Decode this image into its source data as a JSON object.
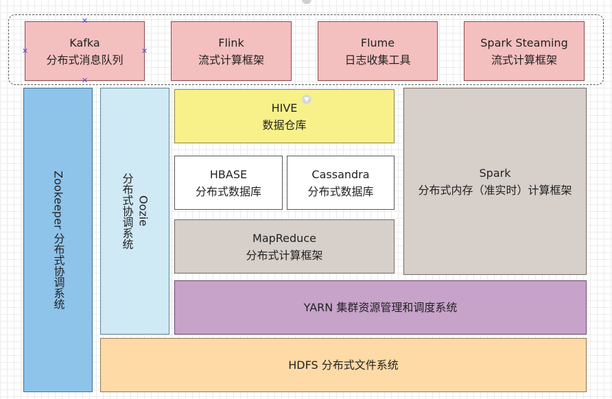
{
  "top_group": [
    {
      "title": "Kafka",
      "subtitle": "分布式消息队列"
    },
    {
      "title": "Flink",
      "subtitle": "流式计算框架"
    },
    {
      "title": "Flume",
      "subtitle": "日志收集工具"
    },
    {
      "title": "Spark Steaming",
      "subtitle": "流式计算框架"
    }
  ],
  "zookeeper": {
    "label": "Zookeeper 分布式协调系统"
  },
  "oozie": {
    "title": "Oozie",
    "subtitle": "分布式协调系统"
  },
  "hive": {
    "title": "HIVE",
    "subtitle": "数据仓库"
  },
  "hbase": {
    "title": "HBASE",
    "subtitle": "分布式数据库"
  },
  "cassandra": {
    "title": "Cassandra",
    "subtitle": "分布式数据库"
  },
  "mapreduce": {
    "title": "MapReduce",
    "subtitle": "分布式计算框架"
  },
  "spark": {
    "title": "Spark",
    "subtitle": "分布式内存（准实时）计算框架"
  },
  "yarn": {
    "label": "YARN 集群资源管理和调度系统"
  },
  "hdfs": {
    "label": "HDFS 分布式文件系统"
  },
  "colors": {
    "pink": "#f4bfbf",
    "blue": "#8ec3ea",
    "light_blue": "#cfe9f5",
    "yellow": "#f8f18a",
    "grey": "#d6cfca",
    "purple": "#c7a2c9",
    "peach": "#fddaa6"
  },
  "icons": {
    "selection_handle": "x-handle-icon",
    "collapse": "chevron-down-icon"
  }
}
